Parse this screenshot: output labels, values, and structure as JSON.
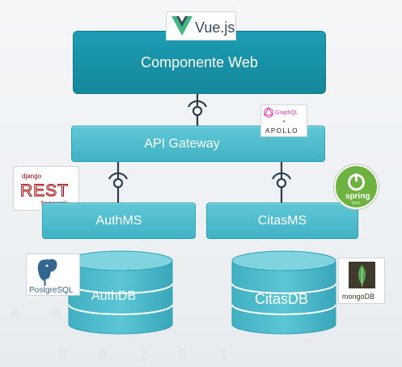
{
  "nodes": {
    "web": "Componente Web",
    "gateway": "API Gateway",
    "auth": "AuthMS",
    "citas": "CitasMS",
    "authdb": "AuthDB",
    "citasdb": "CitasDB"
  },
  "logos": {
    "vue": "Vue.js",
    "graphql": "GraphQL",
    "plus": "+",
    "apollo": "APOLLO",
    "django_top": "django",
    "django_main": "REST",
    "django_bottom": "framework",
    "spring": "spring",
    "spring_sub": "boot",
    "postgres": "PostgreSQL",
    "mongo": "mongoDB"
  },
  "background_binary": [
    "0 0 1",
    "0 0 1 0 1"
  ],
  "colors": {
    "dark_teal": "#1795aa",
    "light_teal": "#4dbccc",
    "connector": "#2c3e4a",
    "vue_green": "#41b883",
    "vue_navy": "#35495e",
    "graphql_pink": "#e535ab",
    "spring_green": "#6db33f",
    "mongo_green": "#4fa94d",
    "postgres_blue": "#336791",
    "django_red": "#a30000"
  }
}
